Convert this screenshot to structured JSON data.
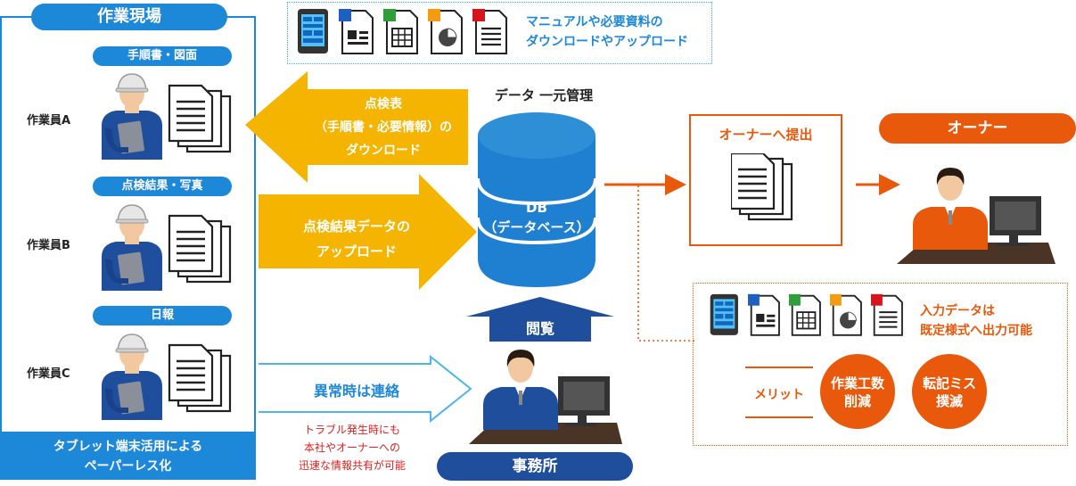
{
  "site": {
    "title": "作業現場",
    "docs": [
      {
        "label": "手順書・図面",
        "worker": "作業員A"
      },
      {
        "label": "点検結果・写真",
        "worker": "作業員B"
      },
      {
        "label": "日報",
        "worker": "作業員C"
      }
    ],
    "footer_line1": "タブレット端末活用による",
    "footer_line2": "ペーパーレス化"
  },
  "top_callout": {
    "line1": "マニュアルや必要資料の",
    "line2": "ダウンロードやアップロード"
  },
  "download_arrow": {
    "line1": "点検表",
    "line2": "（手順書・必要情報）の",
    "line3": "ダウンロード"
  },
  "upload_arrow": {
    "line1": "点検結果データの",
    "line2": "アップロード"
  },
  "db": {
    "heading": "データ 一元管理",
    "line1": "DB",
    "line2": "（データベース）"
  },
  "view_arrow": {
    "label": "閲覧"
  },
  "contact_arrow": {
    "label": "異常時は連絡"
  },
  "trouble_note": {
    "line1": "トラブル発生時にも",
    "line2": "本社やオーナーへの",
    "line3": "迅速な情報共有が可能"
  },
  "office": {
    "label": "事務所"
  },
  "submit_box": {
    "label": "オーナーへ提出"
  },
  "owner": {
    "label": "オーナー"
  },
  "output_box": {
    "line1": "入力データは",
    "line2": "既定様式へ出力可能",
    "merit_label": "メリット",
    "merit1_line1": "作業工数",
    "merit1_line2": "削減",
    "merit2_line1": "転記ミス",
    "merit2_line2": "撲滅"
  },
  "colors": {
    "blue": "#1e88d8",
    "orange": "#e8590c",
    "yellow": "#f5b400",
    "navy": "#1f4e9c",
    "light_blue": "#4fc3f7",
    "db_blue": "#2f8fd6"
  }
}
